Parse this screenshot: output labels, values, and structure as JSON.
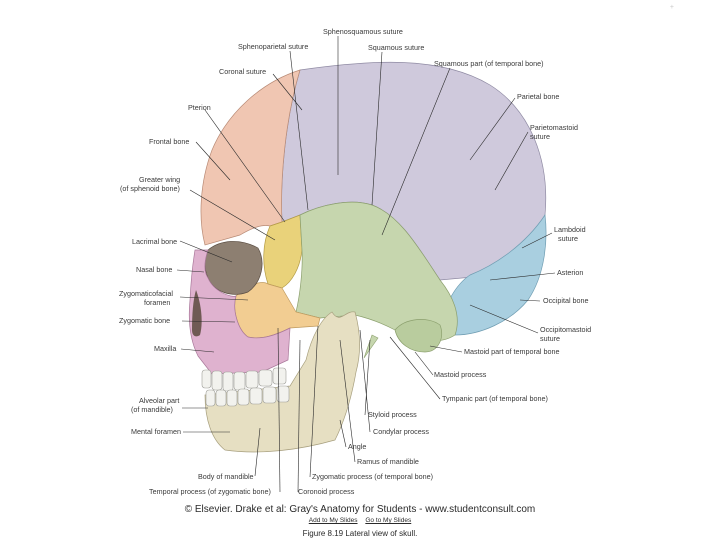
{
  "labels": {
    "sphenosquamous": "Sphenosquamous suture",
    "sphenoparietal": "Sphenoparietal suture",
    "squamous_suture": "Squamous suture",
    "squamous_part": "Squamous part (of temporal bone)",
    "coronal": "Coronal suture",
    "parietal": "Parietal bone",
    "pterion": "Pterion",
    "parietomastoid_1": "Parietomastoid",
    "parietomastoid_2": "suture",
    "frontal": "Frontal bone",
    "greater_wing_1": "Greater wing",
    "greater_wing_2": "(of sphenoid bone)",
    "lambdoid_1": "Lambdoid",
    "lambdoid_2": "suture",
    "lacrimal": "Lacrimal bone",
    "asterion": "Asterion",
    "nasal": "Nasal bone",
    "occipital": "Occipital bone",
    "zygomaticofacial_1": "Zygomaticofacial",
    "zygomaticofacial_2": "foramen",
    "zygomatic": "Zygomatic bone",
    "occipitomastoid_1": "Occipitomastoid",
    "occipitomastoid_2": "suture",
    "mastoid_part": "Mastoid part of temporal bone",
    "maxilla": "Maxilla",
    "mastoid_process": "Mastoid process",
    "alveolar_1": "Alveolar part",
    "alveolar_2": "(of mandible)",
    "tympanic": "Tympanic part (of temporal bone)",
    "styloid": "Styloid process",
    "mental": "Mental foramen",
    "condylar": "Condylar process",
    "angle": "Angle",
    "ramus": "Ramus of mandible",
    "body_mandible": "Body of mandible",
    "zygomatic_process": "Zygomatic process (of temporal bone)",
    "temporal_process": "Temporal process (of zygomatic bone)",
    "coronoid": "Coronoid process"
  },
  "footer": {
    "credit": "© Elsevier. Drake et al: Gray's Anatomy for Students - www.studentconsult.com",
    "link1": "Add to My Slides",
    "link2": "Go to My Slides",
    "caption": "Figure 8.19 Lateral view of skull."
  },
  "corner_mark": "+",
  "colors": {
    "parietal": "#cfc9dc",
    "frontal": "#f0c6b2",
    "sphenoid": "#e9d27a",
    "temporal": "#c6d6ae",
    "occipital": "#a9cfe0",
    "zygomatic": "#f2cd92",
    "maxilla": "#dfb2cf",
    "mandible": "#e6dfc2",
    "teeth": "#f2f2ee",
    "leader": "#2a2a2a"
  }
}
